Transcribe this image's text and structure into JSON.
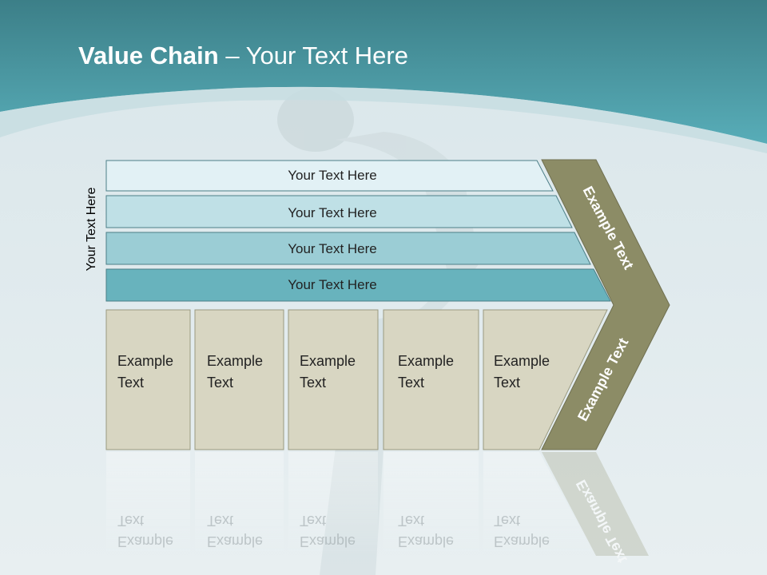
{
  "slide": {
    "title_bold": "Value Chain",
    "title_rest": " – Your Text Here",
    "side_label": "Your Text Here"
  },
  "bands": [
    {
      "text": "Your Text Here",
      "color": "#e2f1f5"
    },
    {
      "text": "Your Text Here",
      "color": "#bfe0e6"
    },
    {
      "text": "Your Text Here",
      "color": "#9bcdd5"
    },
    {
      "text": "Your Text Here",
      "color": "#68b3bd"
    }
  ],
  "boxes": [
    {
      "line1": "Example",
      "line2": "Text"
    },
    {
      "line1": "Example",
      "line2": "Text"
    },
    {
      "line1": "Example",
      "line2": "Text"
    },
    {
      "line1": "Example",
      "line2": "Text"
    },
    {
      "line1": "Example",
      "line2": "Text"
    }
  ],
  "chevron": {
    "upper_text": "Example Text",
    "lower_text": "Example Text",
    "color": "#8c8c66"
  },
  "colors": {
    "header": "#4d9ea8",
    "box_fill": "#d8d6c2",
    "box_border": "#9a9a80"
  }
}
